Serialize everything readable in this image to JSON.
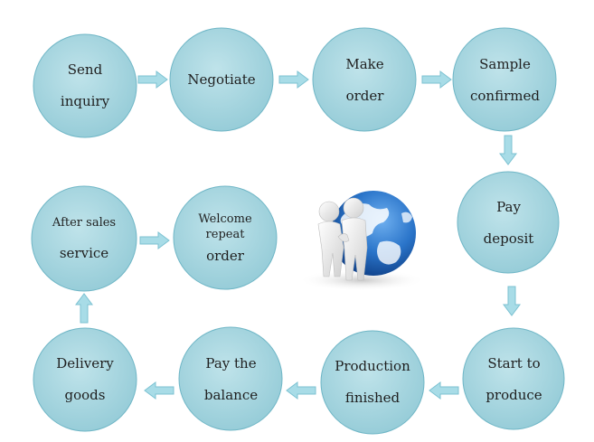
{
  "colors": {
    "circle_fill": "#a7d6df",
    "circle_edge": "#6fb6c6",
    "arrow_fill": "#a8dce7",
    "arrow_edge": "#7cc2d2",
    "globe": "#1f62b5"
  },
  "steps": [
    {
      "lines": [
        "Send",
        "inquiry"
      ]
    },
    {
      "lines": [
        "Negotiate"
      ]
    },
    {
      "lines": [
        "Make",
        "order"
      ]
    },
    {
      "lines": [
        "Sample",
        "confirmed"
      ]
    },
    {
      "lines": [
        "Pay",
        "deposit"
      ]
    },
    {
      "lines": [
        "Start to",
        "produce"
      ]
    },
    {
      "lines": [
        "Production",
        "finished"
      ]
    },
    {
      "lines": [
        "Pay the",
        "balance"
      ]
    },
    {
      "lines": [
        "Delivery",
        "goods"
      ]
    },
    {
      "lines": [
        "After sales",
        "service"
      ]
    },
    {
      "lines": [
        "Welcome",
        "repeat",
        "order"
      ]
    }
  ],
  "center_image": {
    "icon": "handshake-globe-icon"
  }
}
